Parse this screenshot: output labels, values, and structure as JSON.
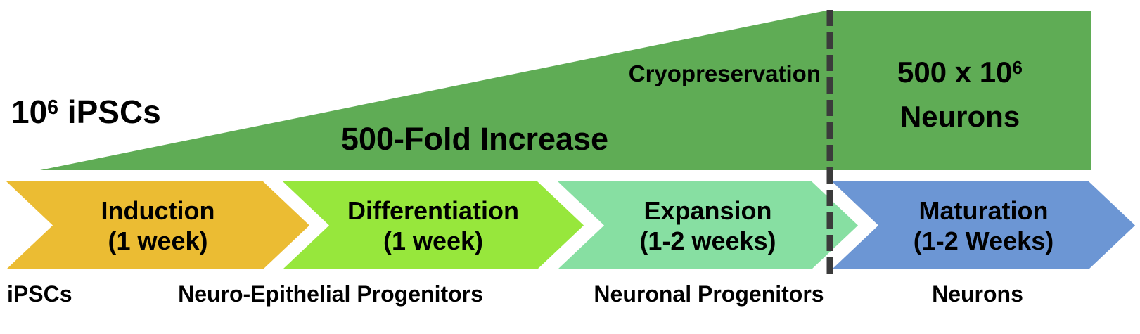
{
  "growth_wedge": {
    "start_count": {
      "base": "10",
      "exponent": "6",
      "suffix": " iPSCs"
    },
    "fold_increase": "500-Fold Increase",
    "cryopreservation": "Cryopreservation",
    "end_count": {
      "line1_base": "500 x 10",
      "line1_exponent": "6",
      "line2": "Neurons"
    },
    "fill_color": "#5fac55",
    "dash_color": "#3b3b3b"
  },
  "stages": [
    {
      "name": "Induction",
      "duration": "(1 week)",
      "fill_color": "#ebbc33"
    },
    {
      "name": "Differentiation",
      "duration": "(1 week)",
      "fill_color": "#97e73c"
    },
    {
      "name": "Expansion",
      "duration": "(1-2 weeks)",
      "fill_color": "#87dfa2"
    },
    {
      "name": "Maturation",
      "duration": "(1-2 Weeks)",
      "fill_color": "#6c96d4"
    }
  ],
  "cell_type_labels": [
    "iPSCs",
    "Neuro-Epithelial Progenitors",
    "Neuronal Progenitors",
    "Neurons"
  ]
}
